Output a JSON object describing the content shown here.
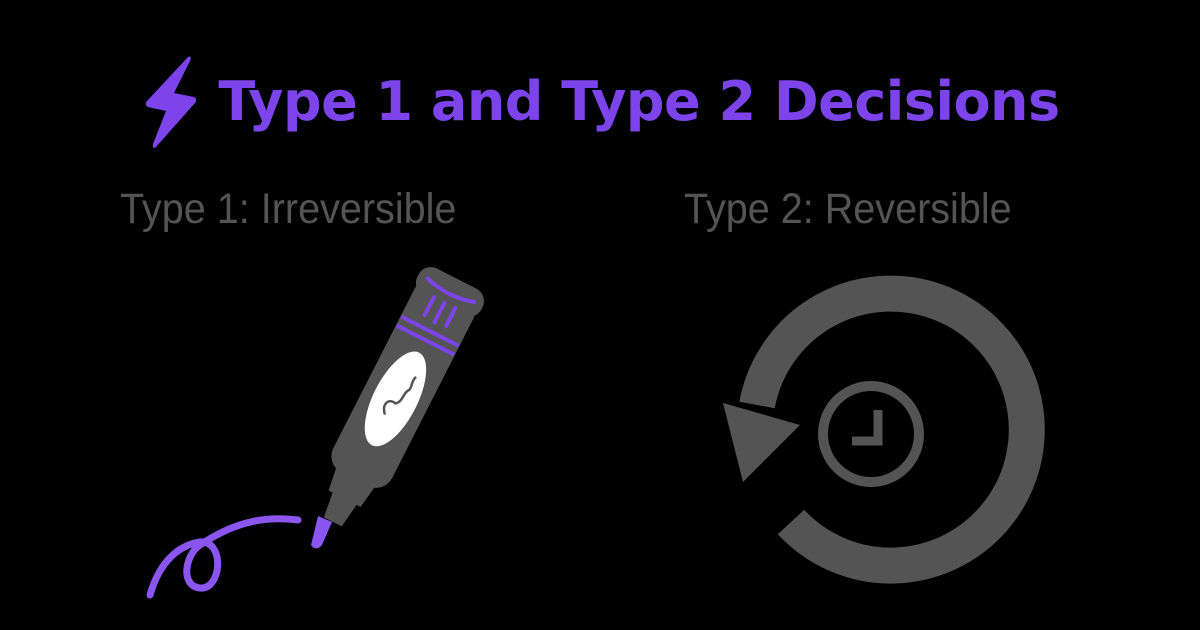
{
  "header": {
    "icon": "lightning-bolt-icon",
    "title": "Type 1 and Type 2 Decisions"
  },
  "columns": [
    {
      "label": "Type 1: Irreversible",
      "illustration": "permanent-marker-icon"
    },
    {
      "label": "Type 2: Reversible",
      "illustration": "history-undo-icon"
    }
  ],
  "colors": {
    "background": "#000000",
    "accent": "#7c44ea",
    "gray": "#545454",
    "white": "#ffffff"
  }
}
